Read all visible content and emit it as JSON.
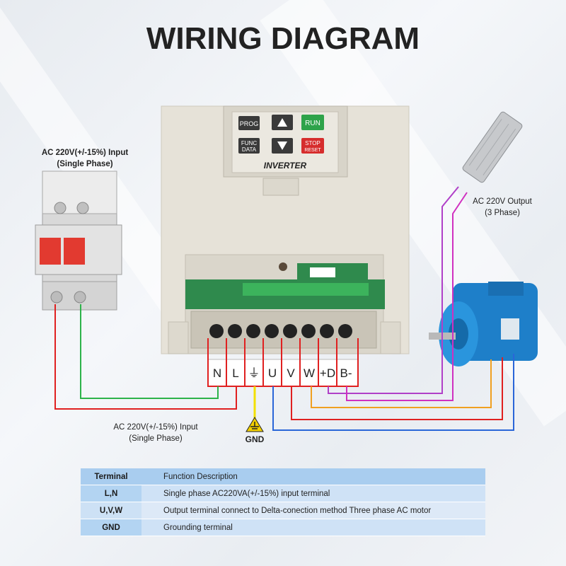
{
  "title": "WIRING DIAGRAM",
  "labels": {
    "breaker_input": "AC 220V(+/-15%) Input",
    "breaker_phase": "(Single Phase)",
    "output": "AC 220V Output",
    "output_phase": "(3 Phase)",
    "bottom_input": "AC 220V(+/-15%) Input",
    "bottom_phase": "(Single Phase)",
    "gnd": "GND"
  },
  "keypad": {
    "prog": "PROG",
    "func": "FUNC",
    "data": "DATA",
    "run": "RUN",
    "stop": "STOP",
    "reset": "RESET",
    "brand": "INVERTER"
  },
  "terminals": [
    "N",
    "L",
    "⏚",
    "U",
    "V",
    "W",
    "+D",
    "B-"
  ],
  "colors": {
    "red": "#e02020",
    "green": "#2db34a",
    "yellow": "#f2e000",
    "blue": "#2a66d8",
    "orange": "#f0a020",
    "purple": "#b040c8",
    "magenta": "#d030c0"
  },
  "table": {
    "header": {
      "terminal": "Terminal",
      "desc": "Function Description"
    },
    "rows": [
      {
        "terminal": "L,N",
        "desc": "Single phase AC220VA(+/-15%) input terminal"
      },
      {
        "terminal": "U,V,W",
        "desc": "Output terminal connect to Delta-conection method Three phase AC motor"
      },
      {
        "terminal": "GND",
        "desc": "Grounding terminal"
      }
    ]
  }
}
